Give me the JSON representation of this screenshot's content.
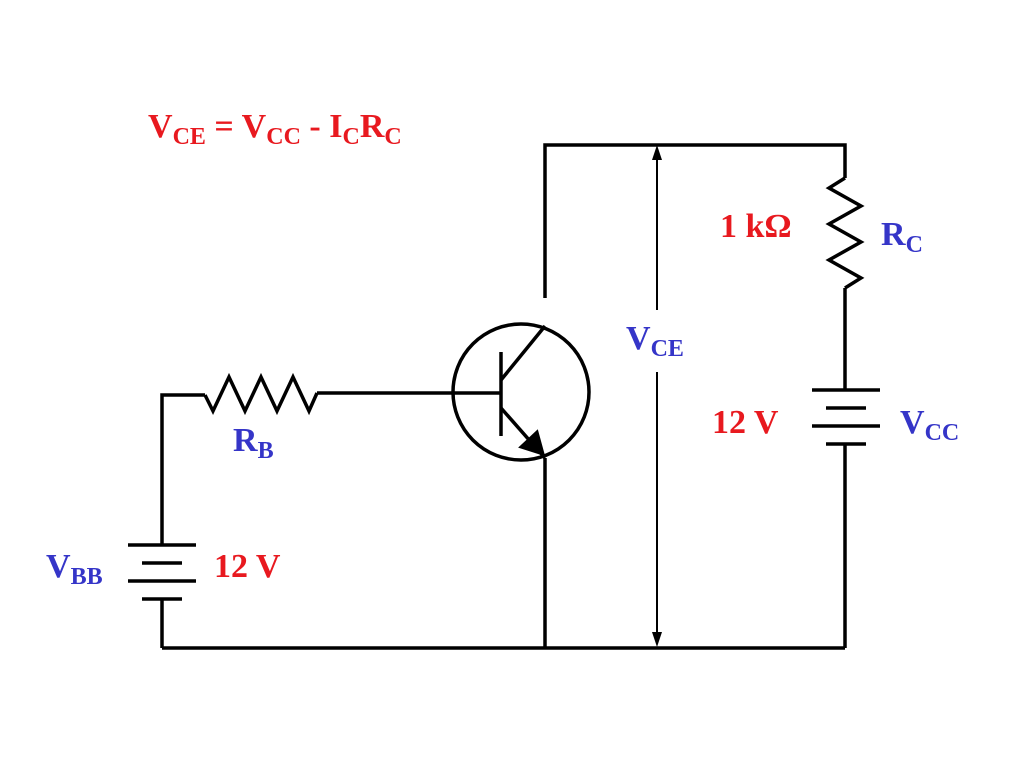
{
  "equation": {
    "lhs": "V",
    "lhs_sub": "CE",
    "eq": " = ",
    "vcc": "V",
    "vcc_sub": "CC",
    "minus": " - ",
    "ic": "I",
    "ic_sub": "C",
    "rc": "R",
    "rc_sub": "C"
  },
  "components": {
    "rc": {
      "name": "R",
      "sub": "C",
      "value": "1 kΩ"
    },
    "vcc": {
      "name": "V",
      "sub": "CC",
      "value": "12 V"
    },
    "rb": {
      "name": "R",
      "sub": "B"
    },
    "vbb": {
      "name": "V",
      "sub": "BB",
      "value": "12 V"
    },
    "vce": {
      "name": "V",
      "sub": "CE"
    }
  },
  "colors": {
    "value_text": "#e8191f",
    "name_text": "#3535c8",
    "wire": "#000000"
  }
}
